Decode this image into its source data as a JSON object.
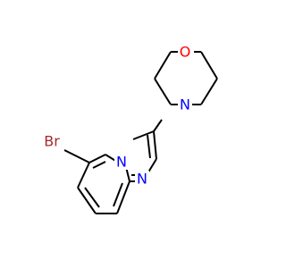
{
  "molecule": {
    "atoms": {
      "bromine": {
        "symbol": "Br",
        "color": "#a52a2a"
      },
      "oxygen": {
        "symbol": "O",
        "color": "#ff0000"
      },
      "nitrogen_morpholine": {
        "symbol": "N",
        "color": "#0000ff"
      },
      "nitrogen_bridgehead": {
        "symbol": "N",
        "color": "#0000ff"
      },
      "nitrogen_imidazole": {
        "symbol": "N",
        "color": "#0000ff"
      }
    },
    "bond_color": "#000000"
  }
}
